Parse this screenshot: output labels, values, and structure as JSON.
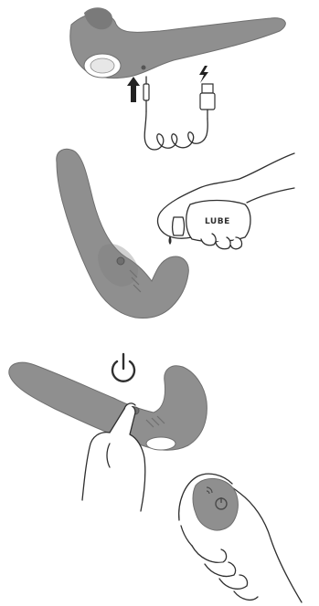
{
  "steps": [
    {
      "id": "charge",
      "icons": [
        "arrow-up-icon",
        "lightning-bolt-icon",
        "usb-plug-icon",
        "charging-cable-icon"
      ]
    },
    {
      "id": "lubricate",
      "bottle_label": "LUBE"
    },
    {
      "id": "power-on",
      "icons": [
        "power-icon"
      ]
    },
    {
      "id": "remote-control",
      "icons": [
        "wireless-remote-icon"
      ]
    }
  ],
  "colors": {
    "device": "#8f8f8f",
    "line": "#2f2f2f",
    "background": "#ffffff"
  }
}
